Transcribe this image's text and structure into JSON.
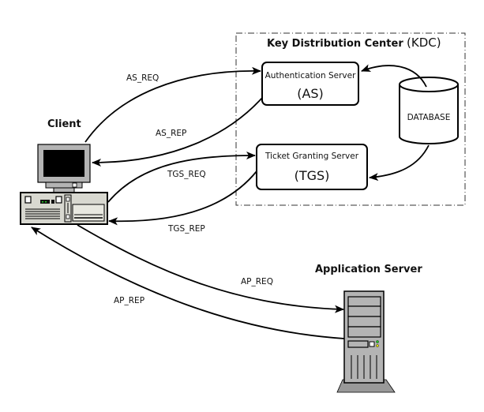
{
  "diagram": {
    "kdc": {
      "title": "Key Distribution Center",
      "abbr": "(KDC)"
    },
    "as": {
      "name": "Authentication Server",
      "abbr": "(AS)"
    },
    "tgs": {
      "name": "Ticket Granting Server",
      "abbr": "(TGS)"
    },
    "database": {
      "label": "DATABASE"
    },
    "client": {
      "label": "Client"
    },
    "app_server": {
      "label": "Application Server"
    },
    "messages": {
      "as_req": "AS_REQ",
      "as_rep": "AS_REP",
      "tgs_req": "TGS_REQ",
      "tgs_rep": "TGS_REP",
      "ap_req": "AP_REQ",
      "ap_rep": "AP_REP"
    },
    "colors": {
      "device_gray": "#b4b4b4",
      "case_beige": "#d8d8d0",
      "screen": "#000000",
      "led_green": "#22cc22",
      "led_yellow": "#dddd00"
    }
  }
}
